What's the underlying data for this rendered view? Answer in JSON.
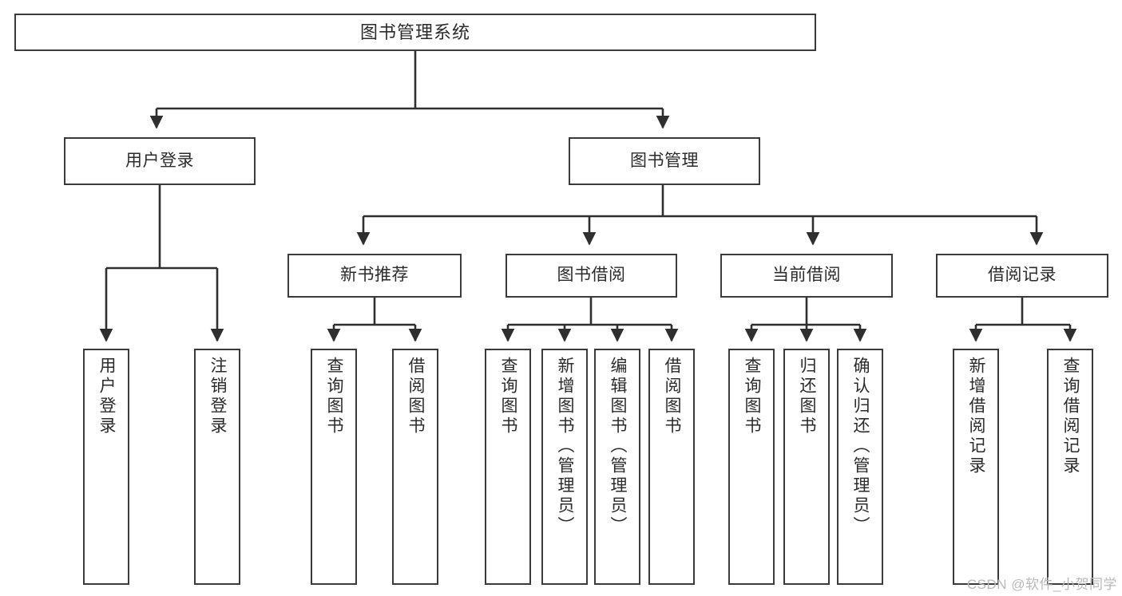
{
  "diagram": {
    "title": "图书管理系统",
    "type": "function-tree",
    "root": {
      "label": "图书管理系统"
    },
    "level2": [
      {
        "label": "用户登录"
      },
      {
        "label": "图书管理"
      }
    ],
    "level3": [
      {
        "label": "新书推荐"
      },
      {
        "label": "图书借阅"
      },
      {
        "label": "当前借阅"
      },
      {
        "label": "借阅记录"
      }
    ],
    "leaves": {
      "user_login": [
        {
          "label": "用户登录"
        },
        {
          "label": "注销登录"
        }
      ],
      "new_book_recommend": [
        {
          "label": "查询图书"
        },
        {
          "label": "借阅图书"
        }
      ],
      "book_borrow": [
        {
          "label": "查询图书"
        },
        {
          "label": "新增图书（管理员）"
        },
        {
          "label": "编辑图书（管理员）"
        },
        {
          "label": "借阅图书"
        }
      ],
      "current_borrow": [
        {
          "label": "查询图书"
        },
        {
          "label": "归还图书"
        },
        {
          "label": "确认归还（管理员）"
        }
      ],
      "borrow_record": [
        {
          "label": "新增借阅记录"
        },
        {
          "label": "查询借阅记录"
        }
      ]
    }
  },
  "watermark": {
    "text": "CSDN @软件_小贺同学"
  },
  "colors": {
    "background": "#ffffff",
    "box_border": "#3a3a3a",
    "box_fill": "#ffffff",
    "text": "#2b2b2b",
    "connector": "#2f2f2f",
    "watermark": "#b9b9b9"
  }
}
